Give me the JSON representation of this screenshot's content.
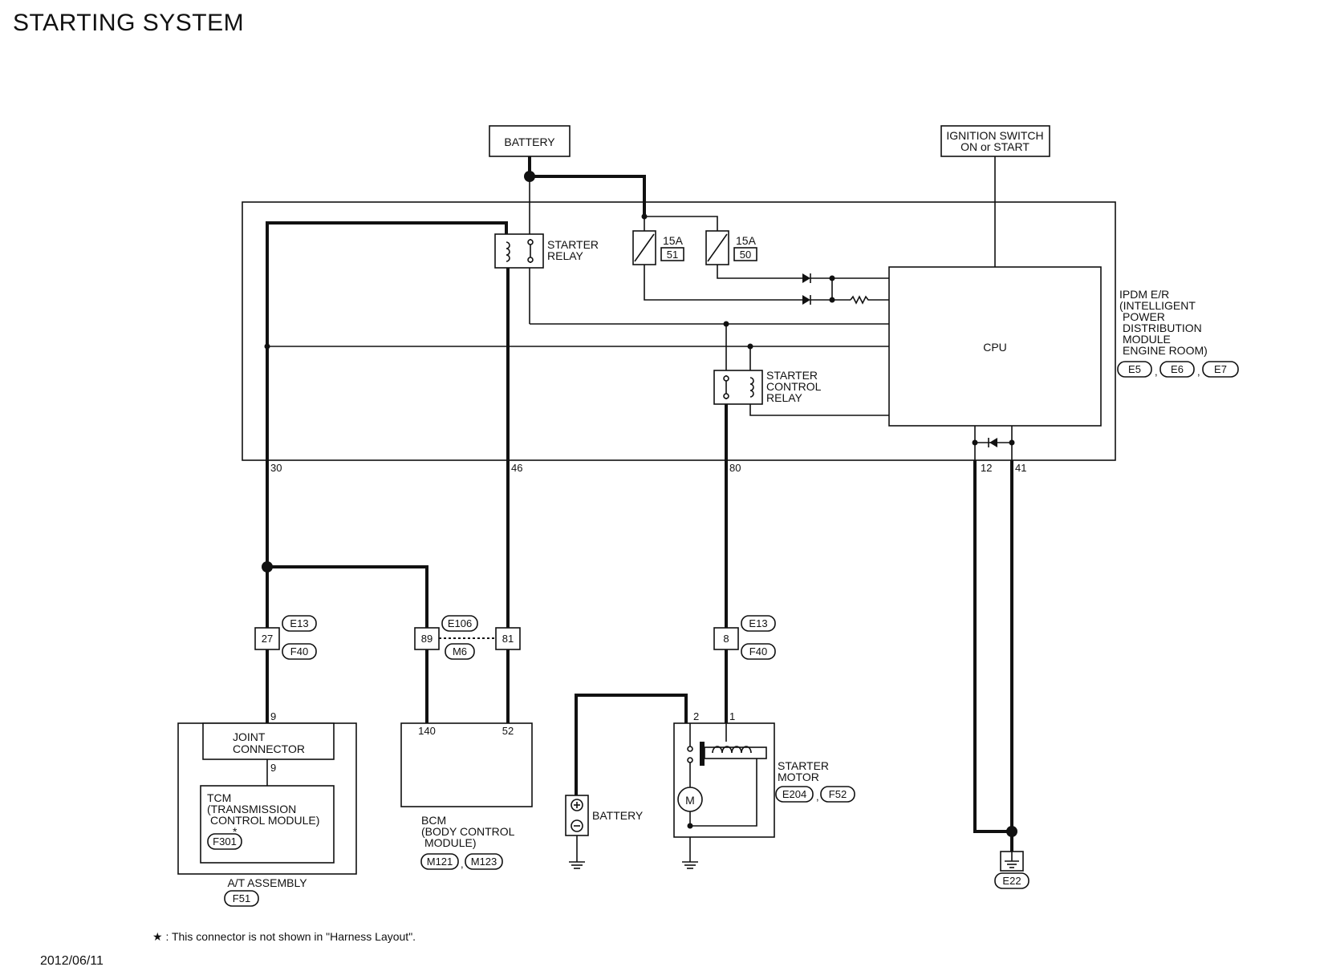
{
  "title": "STARTING SYSTEM",
  "components": {
    "battery_top": "BATTERY",
    "ignition_switch": [
      "IGNITION SWITCH",
      "ON or START"
    ],
    "starter_relay": [
      "STARTER",
      "RELAY"
    ],
    "fuse_a": {
      "rating": "15A",
      "number": "51"
    },
    "fuse_b": {
      "rating": "15A",
      "number": "50"
    },
    "cpu": "CPU",
    "ipdm": {
      "lines": [
        "IPDM E/R",
        "(INTELLIGENT",
        "POWER",
        "DISTRIBUTION",
        "MODULE",
        "ENGINE ROOM)"
      ],
      "connectors": [
        "E5",
        "E6",
        "E7"
      ]
    },
    "starter_control_relay": [
      "STARTER",
      "CONTROL",
      "RELAY"
    ],
    "joint_connector": [
      "JOINT",
      "CONNECTOR"
    ],
    "tcm": {
      "lines": [
        "TCM",
        "(TRANSMISSION",
        "CONTROL MODULE)"
      ],
      "connector": "F301",
      "mark": "*"
    },
    "at_assembly": {
      "label": "A/T ASSEMBLY",
      "connector": "F51"
    },
    "bcm": {
      "lines": [
        "BCM",
        "(BODY CONTROL",
        "MODULE)"
      ],
      "connectors": [
        "M121",
        "M123"
      ]
    },
    "battery_bottom": "BATTERY",
    "starter_motor": {
      "lines": [
        "STARTER",
        "MOTOR"
      ],
      "connectors": [
        "E204",
        "F52"
      ],
      "motor_symbol": "M"
    },
    "ground": "E22"
  },
  "pins": {
    "ipdm_30": "30",
    "ipdm_46": "46",
    "ipdm_80": "80",
    "ipdm_12": "12",
    "ipdm_41": "41",
    "jc_27": "27",
    "jc_89": "89",
    "jc_81": "81",
    "jc_8": "8",
    "tcm_9a": "9",
    "tcm_9b": "9",
    "bcm_140": "140",
    "bcm_52": "52",
    "sm_2": "2",
    "sm_1": "1"
  },
  "harness_connectors": {
    "left_top": "E13",
    "left_bottom": "F40",
    "mid_top": "E106",
    "mid_bottom": "M6",
    "right_top": "E13",
    "right_bottom": "F40"
  },
  "footnote": "★ : This connector is not shown in \"Harness Layout\".",
  "date": "2012/06/11"
}
